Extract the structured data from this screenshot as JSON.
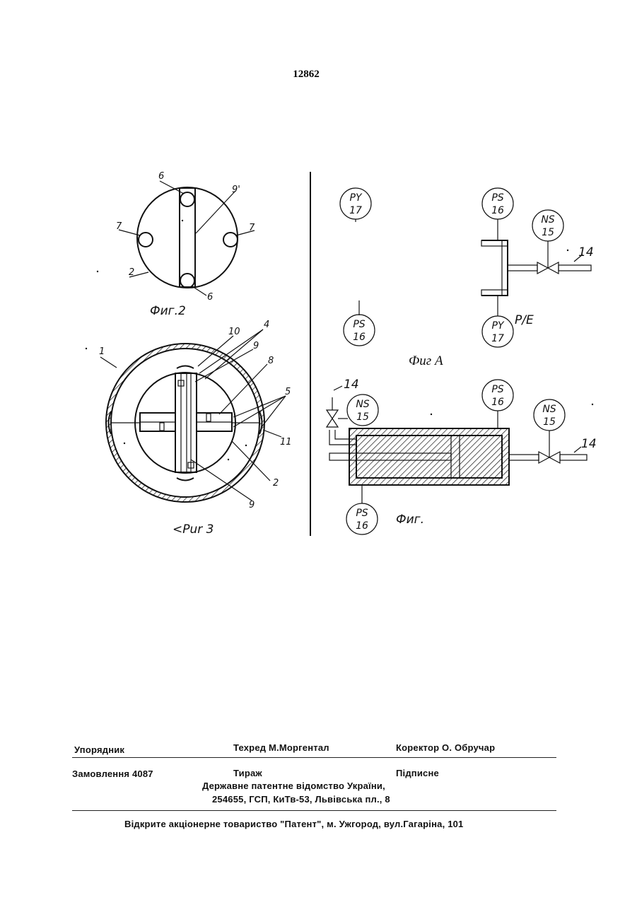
{
  "page_number": "12862",
  "figures": {
    "fig2": {
      "caption": "Фиг.2",
      "labels": {
        "top6": "6",
        "bottom6": "6",
        "left7": "7",
        "right7": "7",
        "label9p": "9'",
        "label2": "2"
      }
    },
    "fig3": {
      "caption": "<Pur 3",
      "labels": {
        "l1": "1",
        "l4": "4",
        "l10": "10",
        "l9a": "9",
        "l8": "8",
        "l5": "5",
        "l11": "11",
        "l2": "2",
        "l9b": "9"
      }
    },
    "fig4": {
      "caption": "Фиг A",
      "instruments": {
        "py_left": {
          "top": "PY",
          "num": "17"
        },
        "ps_left": {
          "top": "PS",
          "num": "16"
        },
        "ps_top": {
          "top": "PS",
          "num": "16"
        },
        "ns": {
          "top": "NS",
          "num": "15"
        },
        "py_bottom": {
          "top": "PY",
          "num": "17"
        }
      },
      "pipe_label": "14",
      "pe_label": "P/E"
    },
    "fig5": {
      "caption": "Фиг.",
      "instruments": {
        "ns_left": {
          "top": "NS",
          "num": "15"
        },
        "ps_top": {
          "top": "PS",
          "num": "16"
        },
        "ns_right": {
          "top": "NS",
          "num": "15"
        },
        "ps_bottom": {
          "top": "PS",
          "num": "16"
        }
      },
      "pipe_label_left": "14",
      "pipe_label_right": "14"
    }
  },
  "imprint": {
    "compiler_label": "Упорядник",
    "tech_editor": "Техред М.Моргентал",
    "proofreader": "Коректор О. Обручар",
    "order": "Замовлення 4087",
    "circulation": "Тираж",
    "subscription": "Підписне",
    "office_line1": "Державне патентне відомство України,",
    "office_line2": "254655, ГСП, КиТв-53, Львівська пл., 8",
    "publisher": "Відкрите акціонерне товариство \"Патент\", м. Ужгород, вул.Гагаріна, 101"
  }
}
